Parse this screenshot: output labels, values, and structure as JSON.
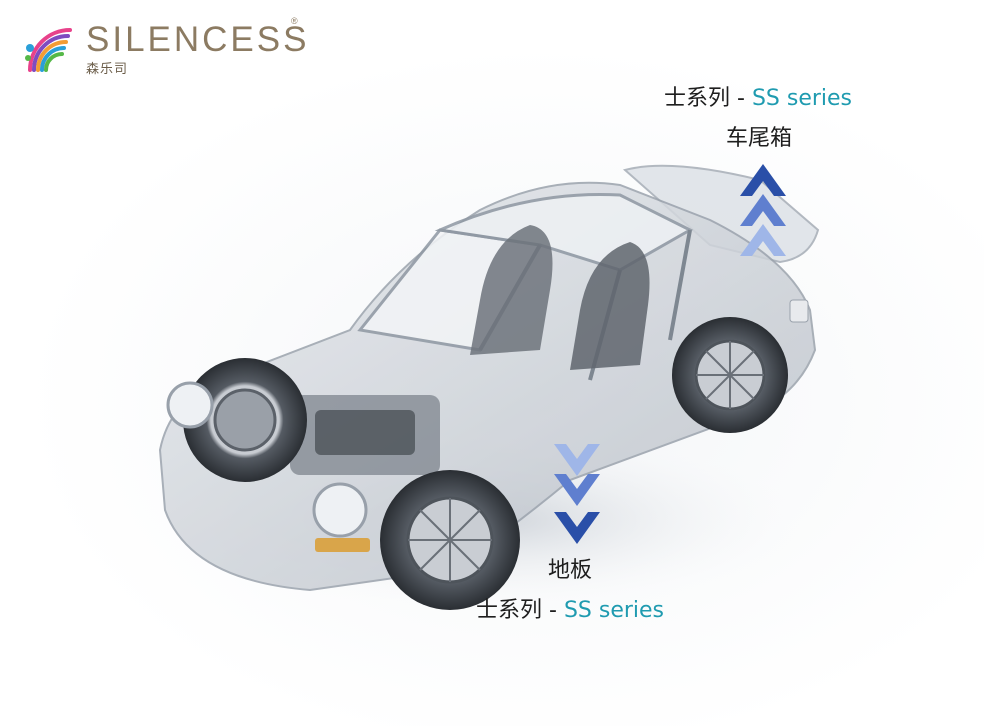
{
  "logo": {
    "wordmark": "SILENCESS",
    "registered": "®",
    "chinese_name": "森乐司",
    "colors": {
      "wordmark": "#8c7b62",
      "waves": [
        "#e8428b",
        "#7f4bc0",
        "#f39c34",
        "#2a9fd8",
        "#55b848"
      ]
    }
  },
  "callouts": {
    "trunk": {
      "series_cn": "士系列 - ",
      "series_en": "SS series",
      "name": "车尾箱",
      "arrow_direction": "up",
      "arrow_icon": "triple-chevron-up-icon"
    },
    "floor": {
      "name": "地板",
      "series_cn": "士系列 - ",
      "series_en": "SS series",
      "arrow_direction": "down",
      "arrow_icon": "triple-chevron-down-icon"
    }
  },
  "colors": {
    "series_en": "#1f9bb0",
    "arrow_dark": "#2a4fa8",
    "arrow_light": "#9fb6e8",
    "car_body": "#c9ced4"
  }
}
